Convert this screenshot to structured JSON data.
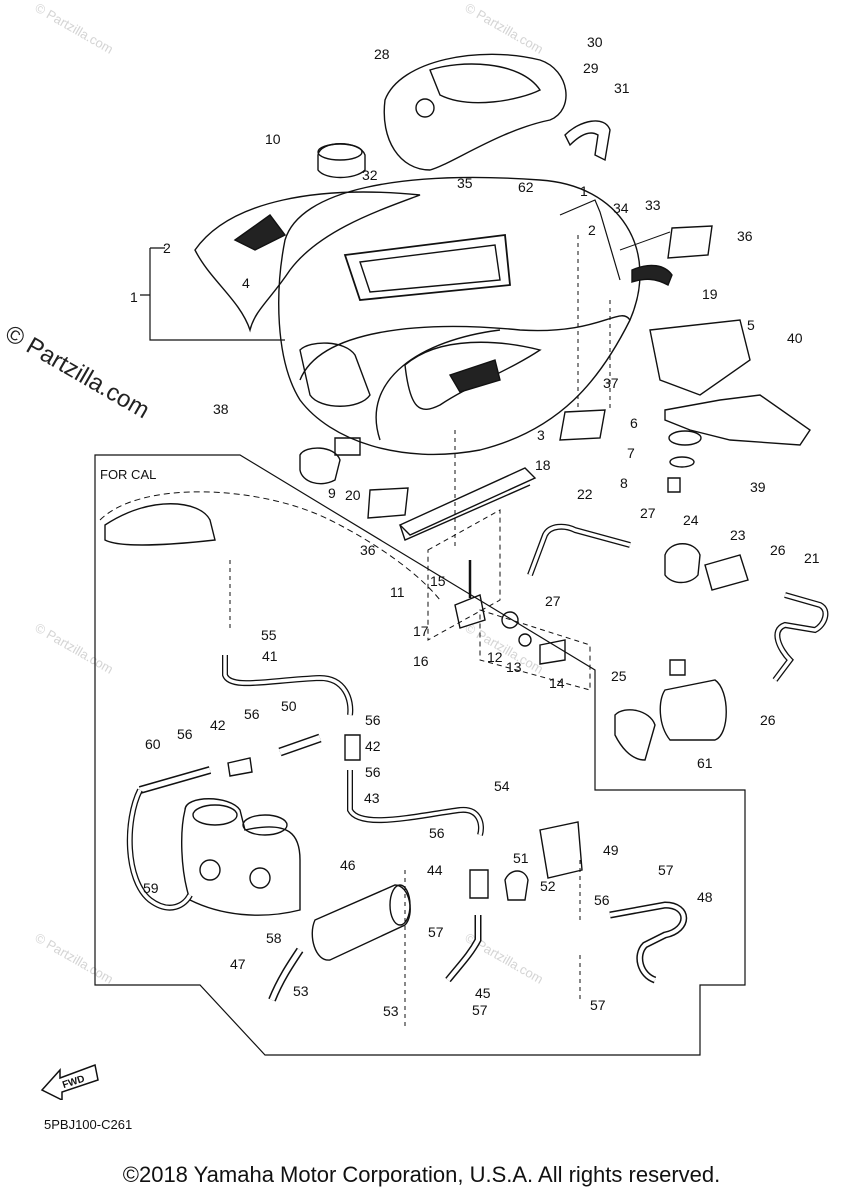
{
  "watermark": {
    "small": "© Partzilla.com",
    "large": "© Partzilla.com"
  },
  "inset_label": "FOR CAL",
  "fwd_label": "FWD",
  "part_code": "5PBJ100-C261",
  "copyright": "©2018 Yamaha Motor Corporation, U.S.A. All rights reserved.",
  "callouts": [
    "1",
    "2",
    "3",
    "4",
    "5",
    "6",
    "7",
    "8",
    "9",
    "10",
    "11",
    "12",
    "13",
    "14",
    "15",
    "16",
    "17",
    "18",
    "19",
    "20",
    "21",
    "22",
    "23",
    "24",
    "25",
    "26",
    "27",
    "28",
    "29",
    "30",
    "31",
    "32",
    "33",
    "34",
    "35",
    "36",
    "37",
    "38",
    "39",
    "40",
    "41",
    "42",
    "43",
    "44",
    "45",
    "46",
    "47",
    "48",
    "49",
    "50",
    "51",
    "52",
    "53",
    "54",
    "55",
    "56",
    "57",
    "58",
    "59",
    "60",
    "61",
    "62"
  ]
}
